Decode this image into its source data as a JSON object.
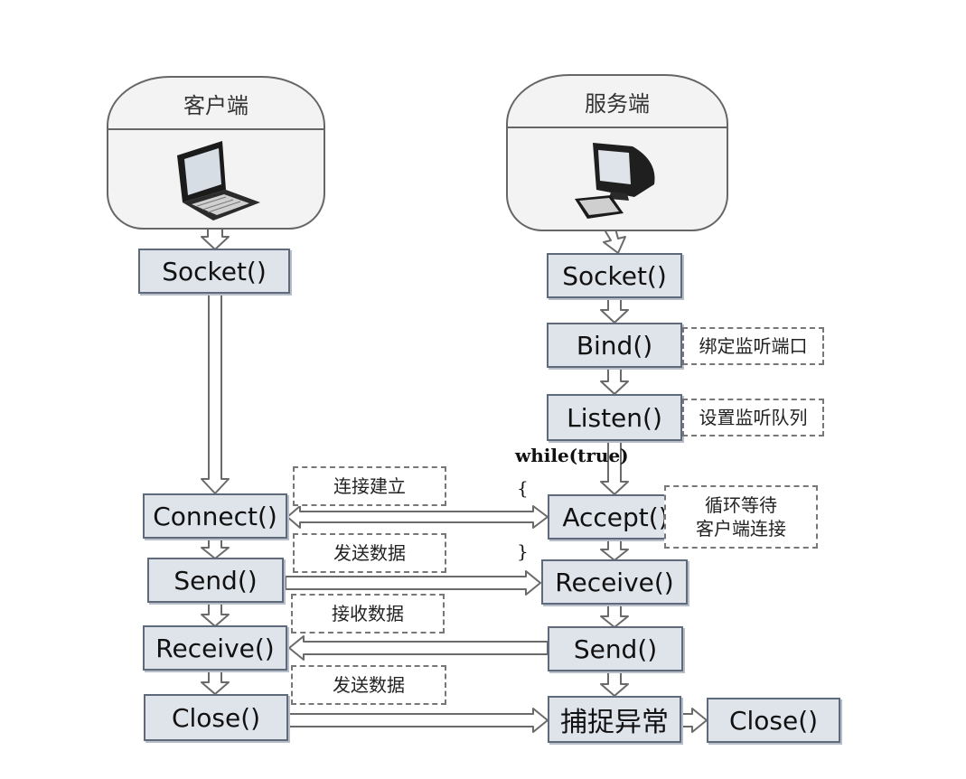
{
  "client": {
    "header": "客户端",
    "socket": "Socket()",
    "connect": "Connect()",
    "send": "Send()",
    "receive": "Receive()",
    "close": "Close()"
  },
  "server": {
    "header": "服务端",
    "socket": "Socket()",
    "bind": "Bind()",
    "listen": "Listen()",
    "accept": "Accept()",
    "receive": "Receive()",
    "send": "Send()",
    "catch": "捕捉异常",
    "close": "Close()"
  },
  "notes": {
    "bind": "绑定监听端口",
    "listen": "设置监听队列",
    "accept_line1": "循环等待",
    "accept_line2": "客户端连接",
    "connect": "连接建立",
    "send1": "发送数据",
    "receive": "接收数据",
    "send2": "发送数据"
  },
  "loop": {
    "while": "while(true)",
    "open": "{",
    "close": "}"
  },
  "icons": {
    "client": "laptop-icon",
    "server": "desktop-computer-icon"
  }
}
